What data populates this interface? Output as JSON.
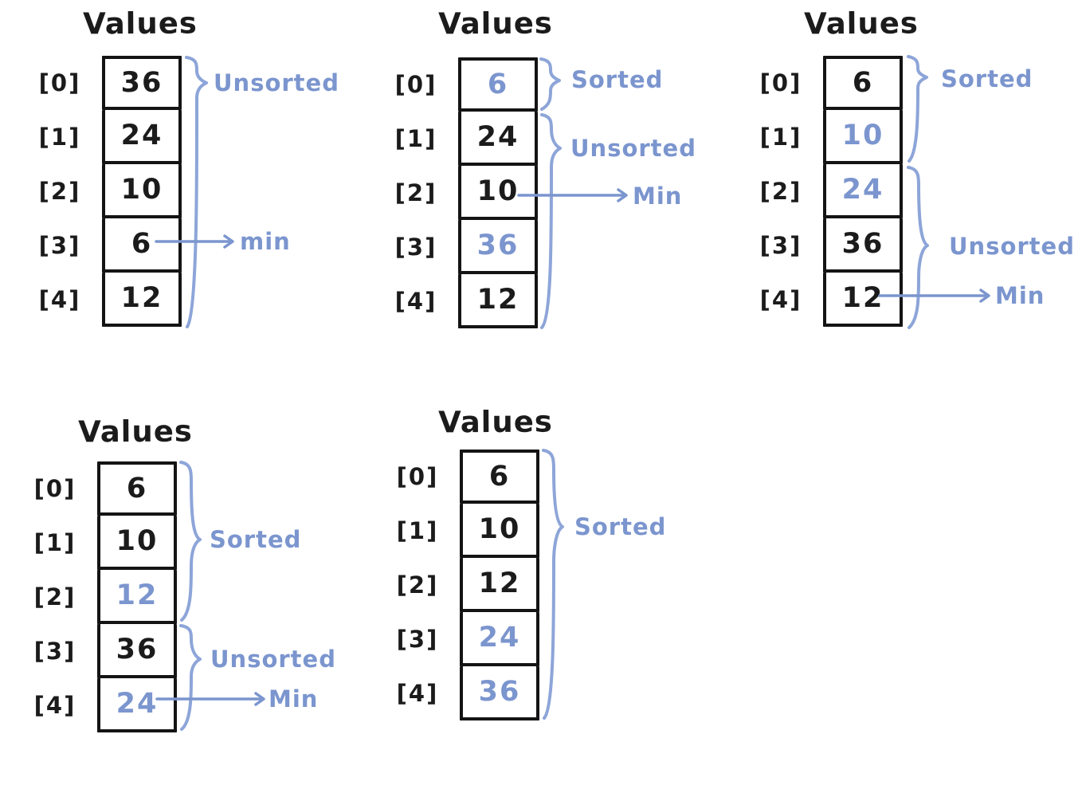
{
  "colors": {
    "ink": "#1b1b1b",
    "accent": "#7b95ce",
    "brace": "#8da5d8"
  },
  "panels": [
    {
      "title": "Values",
      "rows": [
        {
          "index": "[0]",
          "value": "36",
          "highlight": false
        },
        {
          "index": "[1]",
          "value": "24",
          "highlight": false
        },
        {
          "index": "[2]",
          "value": "10",
          "highlight": false
        },
        {
          "index": "[3]",
          "value": "6",
          "highlight": false
        },
        {
          "index": "[4]",
          "value": "12",
          "highlight": false
        }
      ],
      "braces": [
        {
          "label": "Unsorted"
        }
      ],
      "pointer": {
        "label": "min",
        "row": 3
      }
    },
    {
      "title": "Values",
      "rows": [
        {
          "index": "[0]",
          "value": "6",
          "highlight": true
        },
        {
          "index": "[1]",
          "value": "24",
          "highlight": false
        },
        {
          "index": "[2]",
          "value": "10",
          "highlight": false
        },
        {
          "index": "[3]",
          "value": "36",
          "highlight": true
        },
        {
          "index": "[4]",
          "value": "12",
          "highlight": false
        }
      ],
      "braces": [
        {
          "label": "Sorted"
        },
        {
          "label": "Unsorted"
        }
      ],
      "pointer": {
        "label": "Min",
        "row": 2
      }
    },
    {
      "title": "Values",
      "rows": [
        {
          "index": "[0]",
          "value": "6",
          "highlight": false
        },
        {
          "index": "[1]",
          "value": "10",
          "highlight": true
        },
        {
          "index": "[2]",
          "value": "24",
          "highlight": true
        },
        {
          "index": "[3]",
          "value": "36",
          "highlight": false
        },
        {
          "index": "[4]",
          "value": "12",
          "highlight": false
        }
      ],
      "braces": [
        {
          "label": "Sorted"
        },
        {
          "label": "Unsorted"
        }
      ],
      "pointer": {
        "label": "Min",
        "row": 4
      }
    },
    {
      "title": "Values",
      "rows": [
        {
          "index": "[0]",
          "value": "6",
          "highlight": false
        },
        {
          "index": "[1]",
          "value": "10",
          "highlight": false
        },
        {
          "index": "[2]",
          "value": "12",
          "highlight": true
        },
        {
          "index": "[3]",
          "value": "36",
          "highlight": false
        },
        {
          "index": "[4]",
          "value": "24",
          "highlight": true
        }
      ],
      "braces": [
        {
          "label": "Sorted"
        },
        {
          "label": "Unsorted"
        }
      ],
      "pointer": {
        "label": "Min",
        "row": 4
      }
    },
    {
      "title": "Values",
      "rows": [
        {
          "index": "[0]",
          "value": "6",
          "highlight": false
        },
        {
          "index": "[1]",
          "value": "10",
          "highlight": false
        },
        {
          "index": "[2]",
          "value": "12",
          "highlight": false
        },
        {
          "index": "[3]",
          "value": "24",
          "highlight": true
        },
        {
          "index": "[4]",
          "value": "36",
          "highlight": true
        }
      ],
      "braces": [
        {
          "label": "Sorted"
        }
      ]
    }
  ]
}
